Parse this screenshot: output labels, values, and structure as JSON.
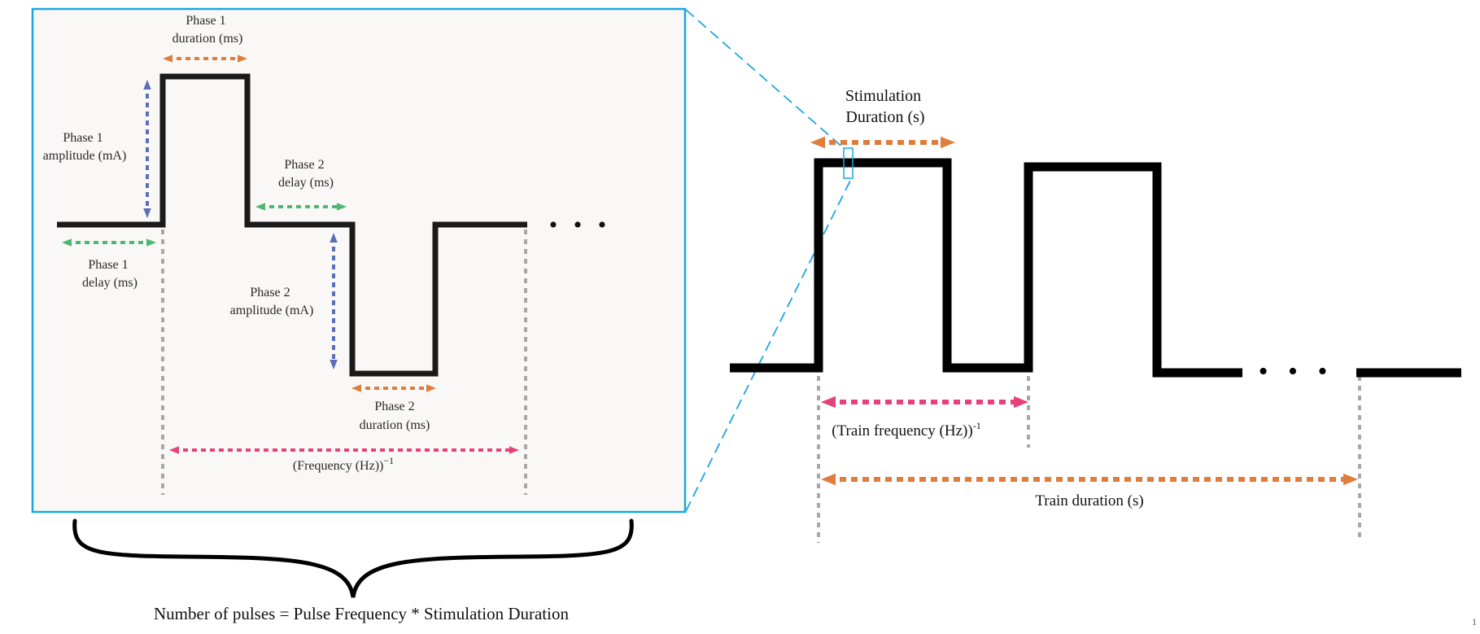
{
  "colors": {
    "waveform": "#1a1a1a",
    "inset_border": "#1aa7e0",
    "inset_bg": "#f9f8f7",
    "amplitude_arrow": "#5a6fb8",
    "delay_arrow": "#4cb870",
    "duration_arrow": "#e07c3c",
    "frequency_arrow": "#e8407a",
    "guide_line": "#a8a8a8"
  },
  "inset": {
    "phase1_duration": [
      "Phase 1",
      "duration (ms)"
    ],
    "phase1_amplitude": [
      "Phase 1",
      "amplitude (mA)"
    ],
    "phase2_delay": [
      "Phase 2",
      "delay (ms)"
    ],
    "phase1_delay": [
      "Phase 1",
      "delay (ms)"
    ],
    "phase2_amplitude": [
      "Phase 2",
      "amplitude (mA)"
    ],
    "phase2_duration": [
      "Phase 2",
      "duration (ms)"
    ],
    "frequency": "(Frequency (Hz))",
    "frequency_exp": "−1",
    "ellipsis": "• • •"
  },
  "train": {
    "stimulation_duration": [
      "Stimulation",
      "Duration (s)"
    ],
    "train_frequency": "(Train frequency (Hz))",
    "train_frequency_exp": "-1",
    "train_duration": "Train duration (s)",
    "ellipsis": "• • •"
  },
  "bottom_formula": "Number of pulses = Pulse Frequency * Stimulation Duration",
  "corner_mark": "1"
}
